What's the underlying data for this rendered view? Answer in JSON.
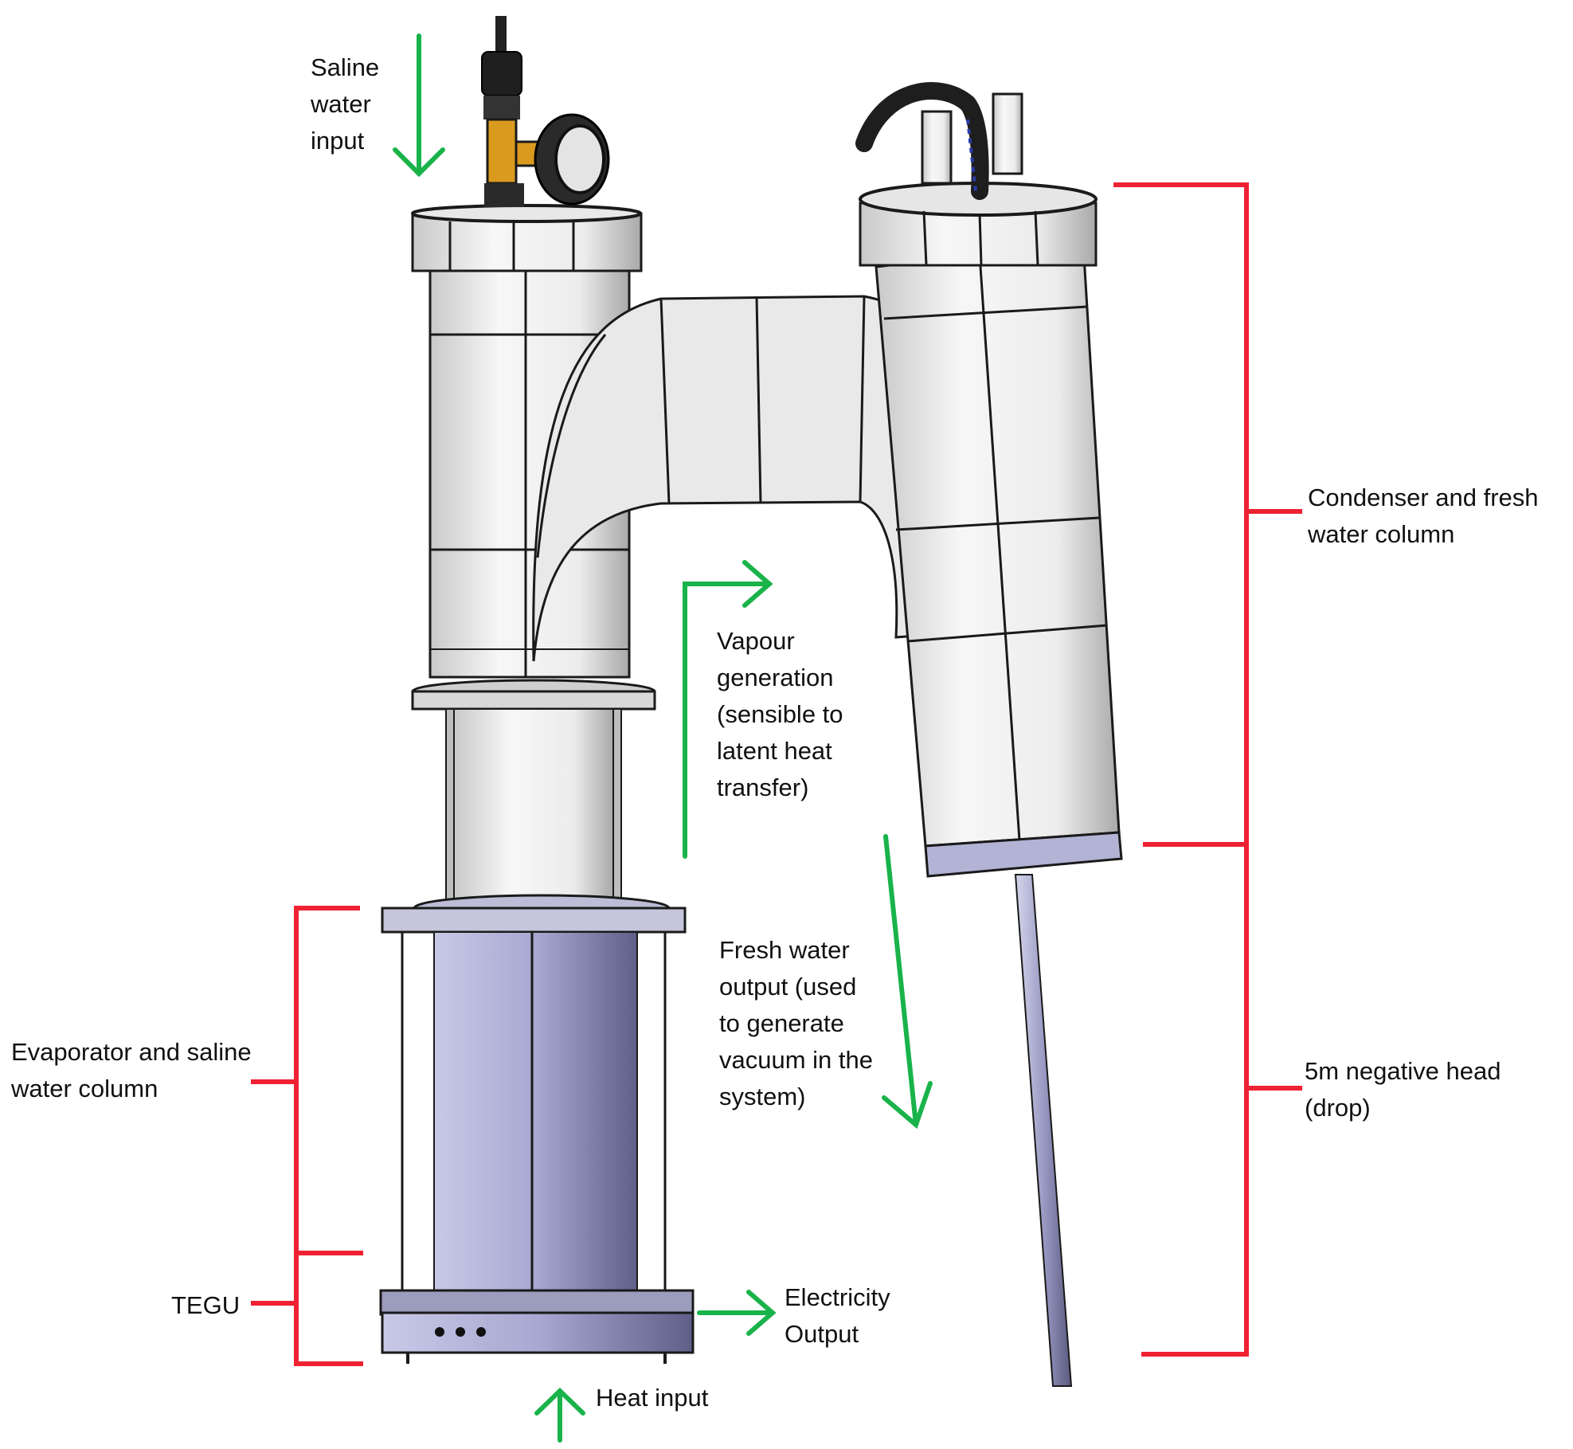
{
  "labels": {
    "saline_input": [
      "Saline",
      "water",
      "input"
    ],
    "condenser_column": [
      "Condenser and fresh",
      "water column"
    ],
    "vapour_generation": [
      "Vapour",
      "generation",
      "(sensible to",
      "latent heat",
      "transfer)"
    ],
    "fresh_water_output": [
      "Fresh water",
      "output (used",
      "to generate",
      "vacuum in the",
      "system)"
    ],
    "evaporator_column": [
      "Evaporator and saline",
      "water column"
    ],
    "negative_head": [
      "5m negative head",
      "(drop)"
    ],
    "tegu": [
      "TEGU"
    ],
    "electricity_output": [
      "Electricity",
      "Output"
    ],
    "heat_input": [
      "Heat input"
    ]
  },
  "colors": {
    "flow_arrow": "#19b34a",
    "bracket": "#ee2233",
    "pipe_white": "#ededed",
    "column_lavender": "#b3b3d6",
    "outline": "#1a1a1a",
    "valve_brass": "#d99a1e"
  },
  "icons": {
    "pressure_gauge": "gauge-icon",
    "inlet_valve": "valve-icon",
    "flow_arrow": "arrow-icon"
  }
}
